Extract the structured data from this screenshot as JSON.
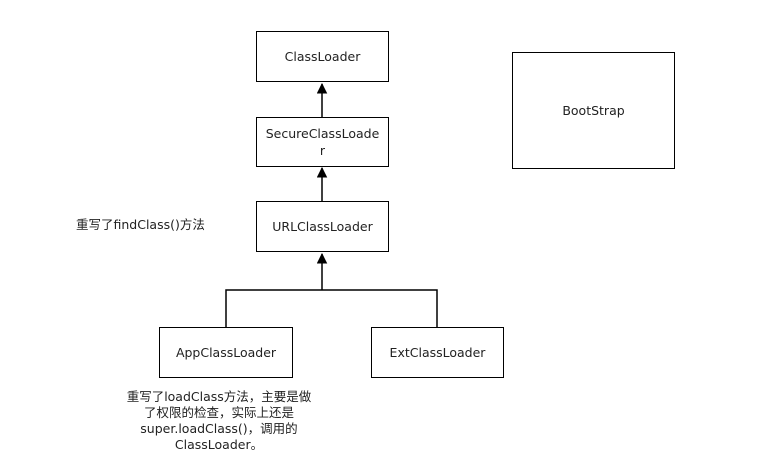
{
  "nodes": {
    "classloader": {
      "label": "ClassLoader"
    },
    "secure": {
      "label": "SecureClassLoade\nr"
    },
    "url": {
      "label": "URLClassLoader"
    },
    "app": {
      "label": "AppClassLoader"
    },
    "ext": {
      "label": "ExtClassLoader"
    },
    "bootstrap": {
      "label": "BootStrap"
    }
  },
  "notes": {
    "url_note": "重写了findClass()方法",
    "app_note_lines": [
      "重写了loadClass方法，主要是做",
      "了权限的检查，实际上还是",
      "super.loadClass()，调用的",
      "ClassLoader。"
    ]
  },
  "colors": {
    "stroke": "#000000",
    "text": "#222222",
    "background": "#ffffff"
  }
}
